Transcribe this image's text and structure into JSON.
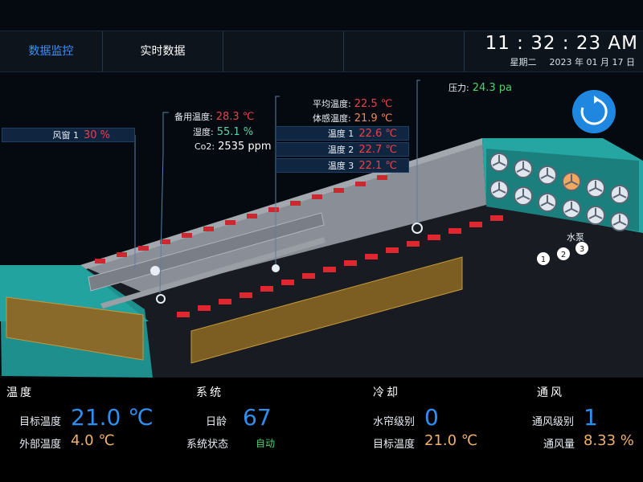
{
  "tabs": [
    {
      "label": "数据监控",
      "active": true
    },
    {
      "label": "实时数据",
      "active": false
    }
  ],
  "clock": {
    "time": "11 : 32 : 23 AM",
    "weekday": "星期二",
    "date": "2023 年 01 月 17 日"
  },
  "scene": {
    "window_label": "风窗 1",
    "window_value": "30 %",
    "backup_temp_label": "备用温度:",
    "backup_temp_value": "28.3 ℃",
    "humidity_label": "湿度:",
    "humidity_value": "55.1 %",
    "co2_label": "Co2:",
    "co2_value": "2535 ppm",
    "avg_temp_label": "平均温度:",
    "avg_temp_value": "22.5 ℃",
    "feel_temp_label": "体感温度:",
    "feel_temp_value": "21.9 ℃",
    "temp_rows": [
      {
        "label": "温度 1",
        "value": "22.6 ℃"
      },
      {
        "label": "温度 2",
        "value": "22.7 ℃"
      },
      {
        "label": "温度 3",
        "value": "22.1 ℃"
      }
    ],
    "pressure_label": "压力:",
    "pressure_value": "24.3 pa",
    "pump_label": "水泵",
    "pumps": [
      "1",
      "2",
      "3"
    ]
  },
  "bottom": {
    "temperature": {
      "title": "温度",
      "target_label": "目标温度",
      "target_value": "21.0 ℃",
      "outside_label": "外部温度",
      "outside_value": "4.0 ℃"
    },
    "system": {
      "title": "系统",
      "age_label": "日龄",
      "age_value": "67",
      "status_label": "系统状态",
      "status_value": "自动"
    },
    "cooling": {
      "title": "冷却",
      "curtain_label": "水帘级别",
      "curtain_value": "0",
      "target_label": "目标温度",
      "target_value": "21.0 ℃"
    },
    "ventilation": {
      "title": "通风",
      "level_label": "通风级别",
      "level_value": "1",
      "volume_label": "通风量",
      "volume_value": "8.33 %"
    }
  },
  "colors": {
    "accent": "#2f8ff0",
    "alarm_red": "#e8434a",
    "ok_green": "#4cd26b",
    "teal_wall": "#1fa3a0",
    "fan_active": "#f0a860"
  },
  "icons": {
    "refresh": "refresh-icon",
    "fan": "fan-icon",
    "sensor": "sensor-icon"
  }
}
